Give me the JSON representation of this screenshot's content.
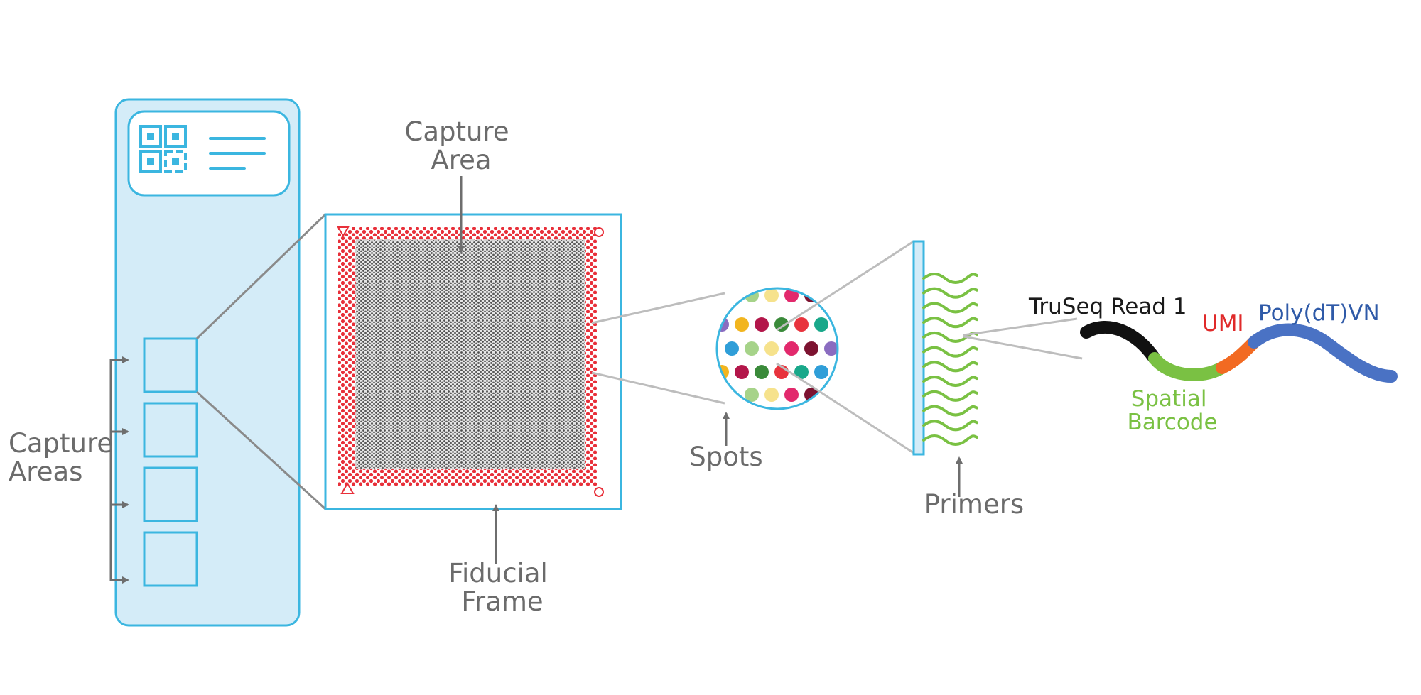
{
  "labels": {
    "capture_area": [
      "Capture",
      "Area"
    ],
    "capture_areas": [
      "Capture",
      "Areas"
    ],
    "fiducial_frame": [
      "Fiducial",
      "Frame"
    ],
    "spots": "Spots",
    "primers": "Primers",
    "truseq": "TruSeq Read 1",
    "umi": "UMI",
    "polydt": "Poly(dT)VN",
    "spatial_barcode": [
      "Spatial",
      "Barcode"
    ]
  },
  "colors": {
    "slide_fill": "#d4ecf8",
    "slide_stroke": "#3bb6e0",
    "fiducial_red": "#e8303a",
    "spot_grey": "#585858",
    "arrow_grey": "#6e6e6e",
    "connector_grey": "#9a9a9a",
    "strand_black": "#111111",
    "barcode_green": "#7ac143",
    "umi_orange": "#f26a22",
    "polydt_blue": "#4a72c4",
    "umi_text": "#e02a2a",
    "polydt_text": "#2f5aa8"
  },
  "spot_colors": [
    "#19a88a",
    "#b3164a",
    "#7c1230",
    "#a6d389",
    "#e8333d",
    "#f2b51e",
    "#e2296c",
    "#2f9ed8",
    "#3a8a3a",
    "#8a6cc0",
    "#f6e28c"
  ],
  "icons": [
    "qr-code-icon",
    "text-lines-icon"
  ]
}
